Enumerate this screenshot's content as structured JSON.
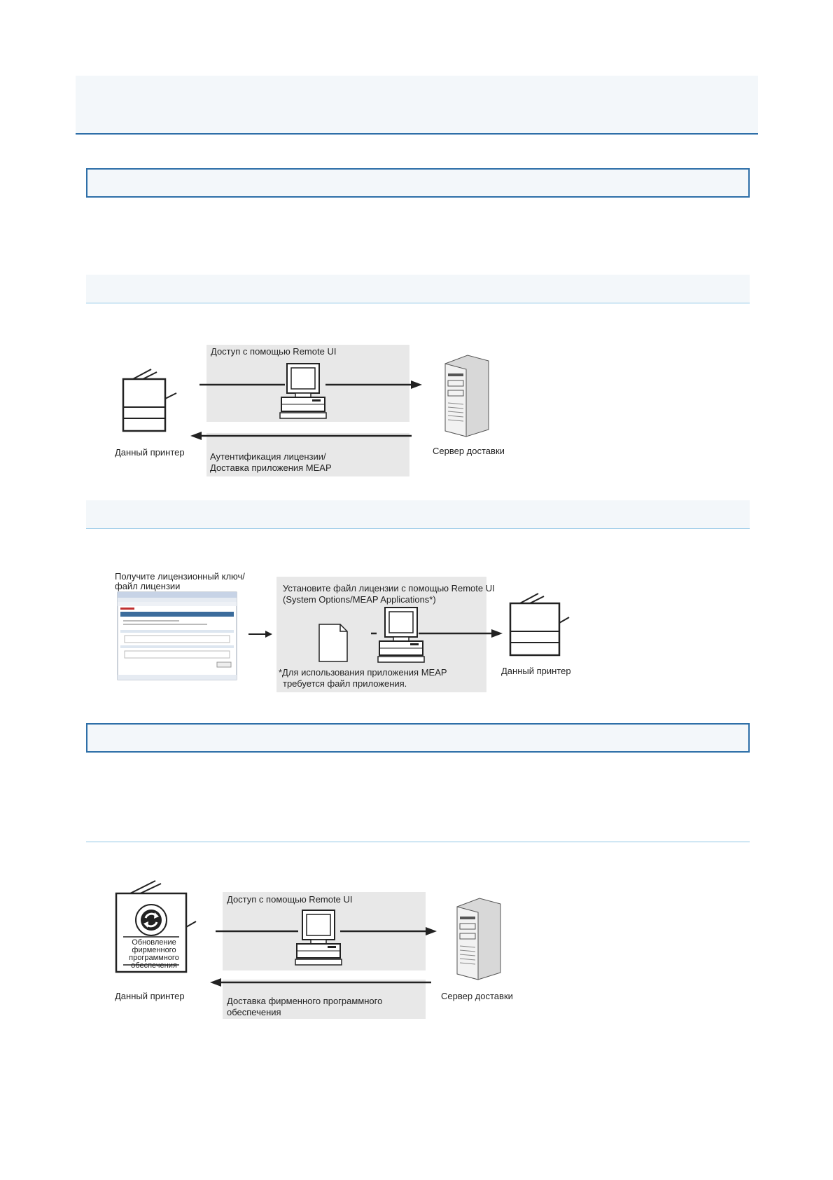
{
  "diagram1": {
    "access_label": "Доступ с помощью Remote UI",
    "printer_label": "Данный принтер",
    "server_label": "Сервер доставки",
    "return_line1": "Аутентификация лицензии/",
    "return_line2": "Доставка приложения MEAP"
  },
  "diagram2": {
    "get_key_line1": "Получите лицензионный ключ/",
    "get_key_line2": "файл лицензии",
    "install_line1": "Установите файл лицензии с помощью Remote UI",
    "install_line2": "(System Options/MEAP Applications*)",
    "note_line1": "*Для использования приложения MEAP",
    "note_line2": "требуется файл приложения.",
    "printer_label": "Данный принтер"
  },
  "diagram3": {
    "access_label": "Доступ с помощью Remote UI",
    "printer_label": "Данный принтер",
    "server_label": "Сервер доставки",
    "firmware_badge_line1": "Обновление",
    "firmware_badge_line2": "фирменного",
    "firmware_badge_line3": "программного",
    "firmware_badge_line4": "обеспечения",
    "return_line1": "Доставка фирменного программного",
    "return_line2": "обеспечения"
  }
}
